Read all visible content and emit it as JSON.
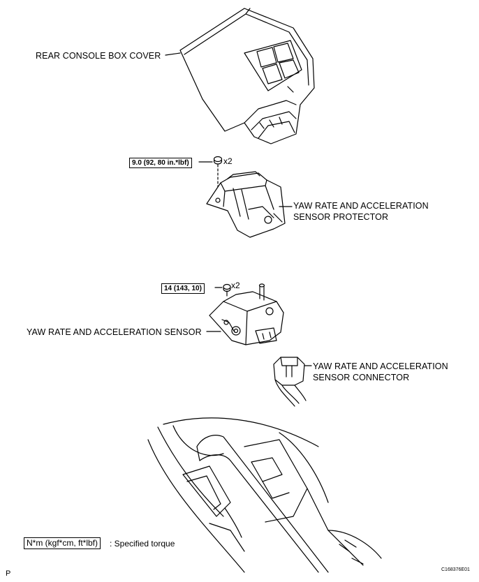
{
  "labels": {
    "rear_console_box_cover": "REAR CONSOLE BOX COVER",
    "protector_line1": "YAW RATE AND ACCELERATION",
    "protector_line2": "SENSOR PROTECTOR",
    "sensor": "YAW RATE AND ACCELERATION SENSOR",
    "connector_line1": "YAW RATE AND ACCELERATION",
    "connector_line2": "SENSOR CONNECTOR"
  },
  "torque_specs": {
    "protector_bolt": "9.0 (92, 80 in.*lbf)",
    "protector_qty": "x2",
    "sensor_bolt": "14 (143, 10)",
    "sensor_qty": "x2"
  },
  "legend": {
    "box_text": "N*m (kgf*cm, ft*lbf)",
    "description": ": Specified torque"
  },
  "footer": {
    "page_mark": "P",
    "figure_code": "C168376E01"
  }
}
